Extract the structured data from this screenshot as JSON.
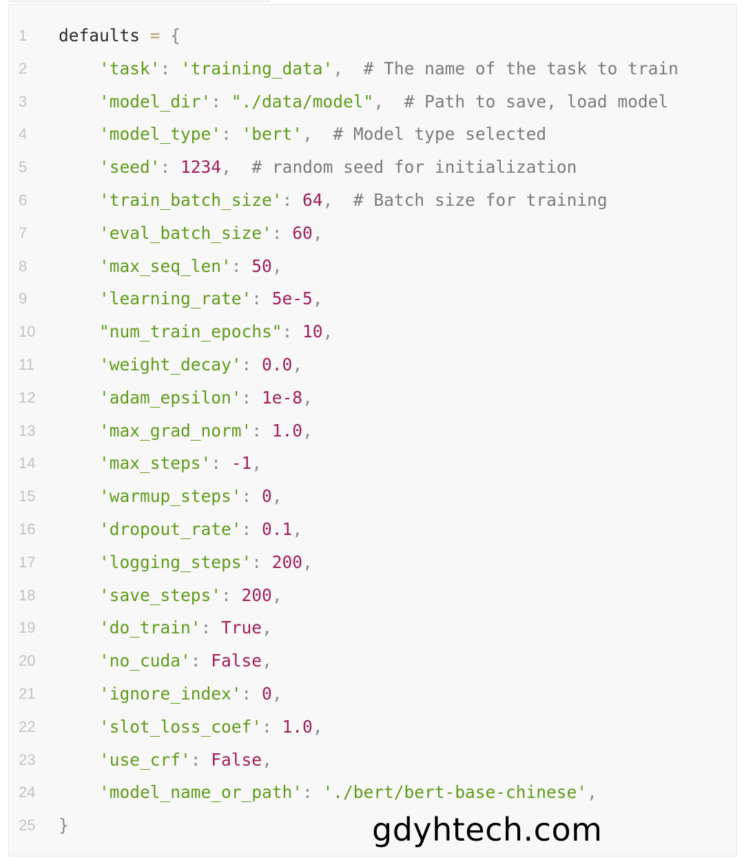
{
  "colors": {
    "key": "#5f9b1a",
    "string": "#5f9b1a",
    "number": "#a01e5a",
    "keyword": "#a01e5a",
    "comment": "#7b7b7b",
    "punctuation": "#8a8a8a",
    "operator": "#b89a6a",
    "plain": "#2b2b2b",
    "line_number": "#c2c2c2",
    "background": "#f8f8f8"
  },
  "watermark": "gdyhtech.com",
  "code": {
    "lines": [
      {
        "number": "1",
        "tokens": [
          {
            "t": "plain",
            "v": "defaults "
          },
          {
            "t": "op",
            "v": "="
          },
          {
            "t": "pun",
            "v": " {"
          }
        ]
      },
      {
        "number": "2",
        "tokens": [
          {
            "t": "plain",
            "v": "    "
          },
          {
            "t": "key",
            "v": "'task'"
          },
          {
            "t": "pun",
            "v": ": "
          },
          {
            "t": "str",
            "v": "'training_data'"
          },
          {
            "t": "pun",
            "v": ",  "
          },
          {
            "t": "cmt",
            "v": "# The name of the task to train"
          }
        ]
      },
      {
        "number": "3",
        "tokens": [
          {
            "t": "plain",
            "v": "    "
          },
          {
            "t": "key",
            "v": "'model_dir'"
          },
          {
            "t": "pun",
            "v": ": "
          },
          {
            "t": "str",
            "v": "\"./data/model\""
          },
          {
            "t": "pun",
            "v": ",  "
          },
          {
            "t": "cmt",
            "v": "# Path to save, load model"
          }
        ]
      },
      {
        "number": "4",
        "tokens": [
          {
            "t": "plain",
            "v": "    "
          },
          {
            "t": "key",
            "v": "'model_type'"
          },
          {
            "t": "pun",
            "v": ": "
          },
          {
            "t": "str",
            "v": "'bert'"
          },
          {
            "t": "pun",
            "v": ",  "
          },
          {
            "t": "cmt",
            "v": "# Model type selected"
          }
        ]
      },
      {
        "number": "5",
        "tokens": [
          {
            "t": "plain",
            "v": "    "
          },
          {
            "t": "key",
            "v": "'seed'"
          },
          {
            "t": "pun",
            "v": ": "
          },
          {
            "t": "num",
            "v": "1234"
          },
          {
            "t": "pun",
            "v": ",  "
          },
          {
            "t": "cmt",
            "v": "# random seed for initialization"
          }
        ]
      },
      {
        "number": "6",
        "tokens": [
          {
            "t": "plain",
            "v": "    "
          },
          {
            "t": "key",
            "v": "'train_batch_size'"
          },
          {
            "t": "pun",
            "v": ": "
          },
          {
            "t": "num",
            "v": "64"
          },
          {
            "t": "pun",
            "v": ",  "
          },
          {
            "t": "cmt",
            "v": "# Batch size for training"
          }
        ]
      },
      {
        "number": "7",
        "tokens": [
          {
            "t": "plain",
            "v": "    "
          },
          {
            "t": "key",
            "v": "'eval_batch_size'"
          },
          {
            "t": "pun",
            "v": ": "
          },
          {
            "t": "num",
            "v": "60"
          },
          {
            "t": "pun",
            "v": ","
          }
        ]
      },
      {
        "number": "8",
        "tokens": [
          {
            "t": "plain",
            "v": "    "
          },
          {
            "t": "key",
            "v": "'max_seq_len'"
          },
          {
            "t": "pun",
            "v": ": "
          },
          {
            "t": "num",
            "v": "50"
          },
          {
            "t": "pun",
            "v": ","
          }
        ]
      },
      {
        "number": "9",
        "tokens": [
          {
            "t": "plain",
            "v": "    "
          },
          {
            "t": "key",
            "v": "'learning_rate'"
          },
          {
            "t": "pun",
            "v": ": "
          },
          {
            "t": "num",
            "v": "5e-5"
          },
          {
            "t": "pun",
            "v": ","
          }
        ]
      },
      {
        "number": "10",
        "tokens": [
          {
            "t": "plain",
            "v": "    "
          },
          {
            "t": "key",
            "v": "\"num_train_epochs\""
          },
          {
            "t": "pun",
            "v": ": "
          },
          {
            "t": "num",
            "v": "10"
          },
          {
            "t": "pun",
            "v": ","
          }
        ]
      },
      {
        "number": "11",
        "tokens": [
          {
            "t": "plain",
            "v": "    "
          },
          {
            "t": "key",
            "v": "'weight_decay'"
          },
          {
            "t": "pun",
            "v": ": "
          },
          {
            "t": "num",
            "v": "0.0"
          },
          {
            "t": "pun",
            "v": ","
          }
        ]
      },
      {
        "number": "12",
        "tokens": [
          {
            "t": "plain",
            "v": "    "
          },
          {
            "t": "key",
            "v": "'adam_epsilon'"
          },
          {
            "t": "pun",
            "v": ": "
          },
          {
            "t": "num",
            "v": "1e-8"
          },
          {
            "t": "pun",
            "v": ","
          }
        ]
      },
      {
        "number": "13",
        "tokens": [
          {
            "t": "plain",
            "v": "    "
          },
          {
            "t": "key",
            "v": "'max_grad_norm'"
          },
          {
            "t": "pun",
            "v": ": "
          },
          {
            "t": "num",
            "v": "1.0"
          },
          {
            "t": "pun",
            "v": ","
          }
        ]
      },
      {
        "number": "14",
        "tokens": [
          {
            "t": "plain",
            "v": "    "
          },
          {
            "t": "key",
            "v": "'max_steps'"
          },
          {
            "t": "pun",
            "v": ": "
          },
          {
            "t": "num",
            "v": "-1"
          },
          {
            "t": "pun",
            "v": ","
          }
        ]
      },
      {
        "number": "15",
        "tokens": [
          {
            "t": "plain",
            "v": "    "
          },
          {
            "t": "key",
            "v": "'warmup_steps'"
          },
          {
            "t": "pun",
            "v": ": "
          },
          {
            "t": "num",
            "v": "0"
          },
          {
            "t": "pun",
            "v": ","
          }
        ]
      },
      {
        "number": "16",
        "tokens": [
          {
            "t": "plain",
            "v": "    "
          },
          {
            "t": "key",
            "v": "'dropout_rate'"
          },
          {
            "t": "pun",
            "v": ": "
          },
          {
            "t": "num",
            "v": "0.1"
          },
          {
            "t": "pun",
            "v": ","
          }
        ]
      },
      {
        "number": "17",
        "tokens": [
          {
            "t": "plain",
            "v": "    "
          },
          {
            "t": "key",
            "v": "'logging_steps'"
          },
          {
            "t": "pun",
            "v": ": "
          },
          {
            "t": "num",
            "v": "200"
          },
          {
            "t": "pun",
            "v": ","
          }
        ]
      },
      {
        "number": "18",
        "tokens": [
          {
            "t": "plain",
            "v": "    "
          },
          {
            "t": "key",
            "v": "'save_steps'"
          },
          {
            "t": "pun",
            "v": ": "
          },
          {
            "t": "num",
            "v": "200"
          },
          {
            "t": "pun",
            "v": ","
          }
        ]
      },
      {
        "number": "19",
        "tokens": [
          {
            "t": "plain",
            "v": "    "
          },
          {
            "t": "key",
            "v": "'do_train'"
          },
          {
            "t": "pun",
            "v": ": "
          },
          {
            "t": "kw",
            "v": "True"
          },
          {
            "t": "pun",
            "v": ","
          }
        ]
      },
      {
        "number": "20",
        "tokens": [
          {
            "t": "plain",
            "v": "    "
          },
          {
            "t": "key",
            "v": "'no_cuda'"
          },
          {
            "t": "pun",
            "v": ": "
          },
          {
            "t": "kw",
            "v": "False"
          },
          {
            "t": "pun",
            "v": ","
          }
        ]
      },
      {
        "number": "21",
        "tokens": [
          {
            "t": "plain",
            "v": "    "
          },
          {
            "t": "key",
            "v": "'ignore_index'"
          },
          {
            "t": "pun",
            "v": ": "
          },
          {
            "t": "num",
            "v": "0"
          },
          {
            "t": "pun",
            "v": ","
          }
        ]
      },
      {
        "number": "22",
        "tokens": [
          {
            "t": "plain",
            "v": "    "
          },
          {
            "t": "key",
            "v": "'slot_loss_coef'"
          },
          {
            "t": "pun",
            "v": ": "
          },
          {
            "t": "num",
            "v": "1.0"
          },
          {
            "t": "pun",
            "v": ","
          }
        ]
      },
      {
        "number": "23",
        "tokens": [
          {
            "t": "plain",
            "v": "    "
          },
          {
            "t": "key",
            "v": "'use_crf'"
          },
          {
            "t": "pun",
            "v": ": "
          },
          {
            "t": "kw",
            "v": "False"
          },
          {
            "t": "pun",
            "v": ","
          }
        ]
      },
      {
        "number": "24",
        "tokens": [
          {
            "t": "plain",
            "v": "    "
          },
          {
            "t": "key",
            "v": "'model_name_or_path'"
          },
          {
            "t": "pun",
            "v": ": "
          },
          {
            "t": "str",
            "v": "'./bert/bert-base-chinese'"
          },
          {
            "t": "pun",
            "v": ","
          }
        ]
      },
      {
        "number": "25",
        "tokens": [
          {
            "t": "pun",
            "v": "}"
          }
        ]
      }
    ]
  }
}
